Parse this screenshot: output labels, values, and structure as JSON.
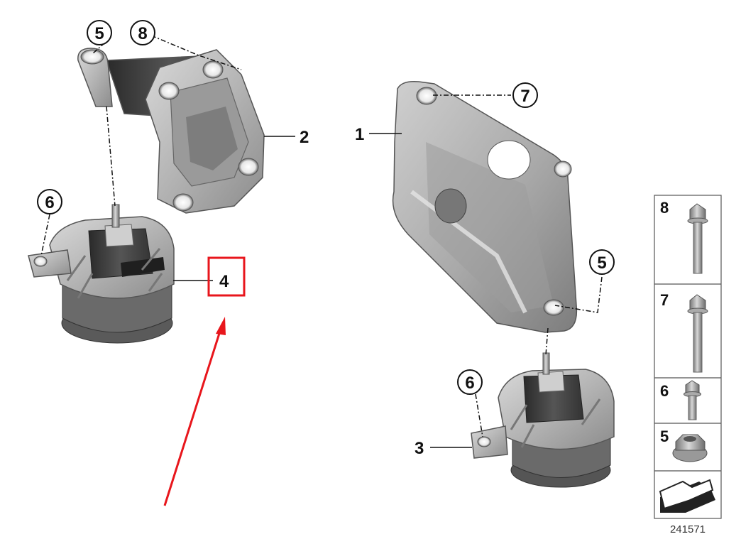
{
  "callouts": {
    "c5a": "5",
    "c8": "8",
    "c6a": "6",
    "c7": "7",
    "c5b": "5",
    "c6b": "6"
  },
  "labels": {
    "l1": "1",
    "l2": "2",
    "l3": "3",
    "l4": "4"
  },
  "side_panel": {
    "items": [
      {
        "num": "8",
        "part": "long-flange-bolt"
      },
      {
        "num": "7",
        "part": "flange-bolt"
      },
      {
        "num": "6",
        "part": "short-flange-bolt"
      },
      {
        "num": "5",
        "part": "hex-flange-nut"
      }
    ],
    "code": "241571"
  },
  "highlight": {
    "color": "#e8161c"
  }
}
